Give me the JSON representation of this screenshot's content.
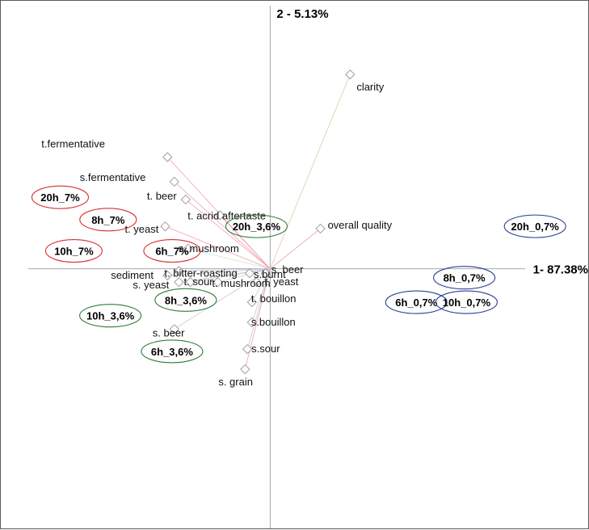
{
  "chart_data": {
    "type": "scatter",
    "title": "",
    "x_axis_label": "1- 87.38%",
    "y_axis_label": "2  - 5.13%",
    "axis_range_x": [
      -1.18,
      1.4
    ],
    "axis_range_y": [
      -1.17,
      1.2
    ],
    "variables": [
      {
        "label": "clarity",
        "x": 0.35,
        "y": 0.87,
        "color": "#e0c9a8"
      },
      {
        "label": "t.fermentative",
        "x": -0.45,
        "y": 0.5,
        "color": "#f0a0b0"
      },
      {
        "label": "s.fermentative",
        "x": -0.42,
        "y": 0.39,
        "color": "#f0a0b0"
      },
      {
        "label": "t. beer",
        "x": -0.37,
        "y": 0.31,
        "color": "#f0a0b0"
      },
      {
        "label": "t. acrid aftertaste",
        "x": -0.22,
        "y": 0.24,
        "color": "#f0a0b0"
      },
      {
        "label": "t. yeast",
        "x": -0.46,
        "y": 0.19,
        "color": "#f0a0b0"
      },
      {
        "label": "overall quality",
        "x": 0.22,
        "y": 0.18,
        "color": "#f0a0b0"
      },
      {
        "label": "s. mushroom",
        "x": -0.36,
        "y": 0.09,
        "color": "#c8e6c8"
      },
      {
        "label": "s. beer",
        "x": -0.02,
        "y": -0.02,
        "color": "#c8c8d8"
      },
      {
        "label": "t. bitter-roasting",
        "x": -0.4,
        "y": -0.01,
        "color": "#c8c8d8"
      },
      {
        "label": "s.burnt",
        "x": -0.09,
        "y": -0.02,
        "color": "#c8c8d8"
      },
      {
        "label": "t. sour",
        "x": -0.35,
        "y": -0.06,
        "color": "#c8c8d8"
      },
      {
        "label": "t. yeast",
        "x": -0.06,
        "y": -0.06,
        "color": "#c8c8d8"
      },
      {
        "label": "sediment",
        "x": -0.45,
        "y": -0.03,
        "color": "#c8c8d8"
      },
      {
        "label": "t. mushroom",
        "x": -0.23,
        "y": -0.06,
        "color": "#c8c8d8"
      },
      {
        "label": "s. yeast",
        "x": -0.4,
        "y": -0.06,
        "color": "#c8c8d8"
      },
      {
        "label": "t. bouillon",
        "x": -0.08,
        "y": -0.15,
        "color": "#c8c8d8"
      },
      {
        "label": "s.bouillon",
        "x": -0.08,
        "y": -0.24,
        "color": "#c8c8d8"
      },
      {
        "label": "s. beer",
        "x": -0.42,
        "y": -0.27,
        "color": "#c8c8d8"
      },
      {
        "label": "s.sour",
        "x": -0.1,
        "y": -0.36,
        "color": "#c8c8d8"
      },
      {
        "label": "s. grain",
        "x": -0.11,
        "y": -0.45,
        "color": "#f0a0b0"
      }
    ],
    "samples": [
      {
        "label": "20h_7%",
        "x": -0.92,
        "y": 0.32,
        "group": "7%",
        "color": "#d83030"
      },
      {
        "label": "8h_7%",
        "x": -0.71,
        "y": 0.22,
        "group": "7%",
        "color": "#d83030"
      },
      {
        "label": "10h_7%",
        "x": -0.86,
        "y": 0.08,
        "group": "7%",
        "color": "#d83030"
      },
      {
        "label": "6h_7%",
        "x": -0.43,
        "y": 0.08,
        "group": "7%",
        "color": "#d83030"
      },
      {
        "label": "20h_3,6%",
        "x": -0.06,
        "y": 0.19,
        "group": "3,6%",
        "color": "#2e7d3a"
      },
      {
        "label": "8h_3,6%",
        "x": -0.37,
        "y": -0.14,
        "group": "3,6%",
        "color": "#2e7d3a"
      },
      {
        "label": "10h_3,6%",
        "x": -0.7,
        "y": -0.21,
        "group": "3,6%",
        "color": "#2e7d3a"
      },
      {
        "label": "6h_3,6%",
        "x": -0.43,
        "y": -0.37,
        "group": "3,6%",
        "color": "#2e7d3a"
      },
      {
        "label": "20h_0,7%",
        "x": 1.16,
        "y": 0.19,
        "group": "0,7%",
        "color": "#2a3f8f"
      },
      {
        "label": "8h_0,7%",
        "x": 0.85,
        "y": -0.04,
        "group": "0,7%",
        "color": "#2a3f8f"
      },
      {
        "label": "6h_0,7%",
        "x": 0.64,
        "y": -0.15,
        "group": "0,7%",
        "color": "#2a3f8f"
      },
      {
        "label": "10h_0,7%",
        "x": 0.86,
        "y": -0.15,
        "group": "0,7%",
        "color": "#2a3f8f"
      }
    ],
    "grid": false,
    "legend": "none"
  },
  "colors": {
    "axis": "#a8a8a8",
    "marker": "#888888"
  }
}
